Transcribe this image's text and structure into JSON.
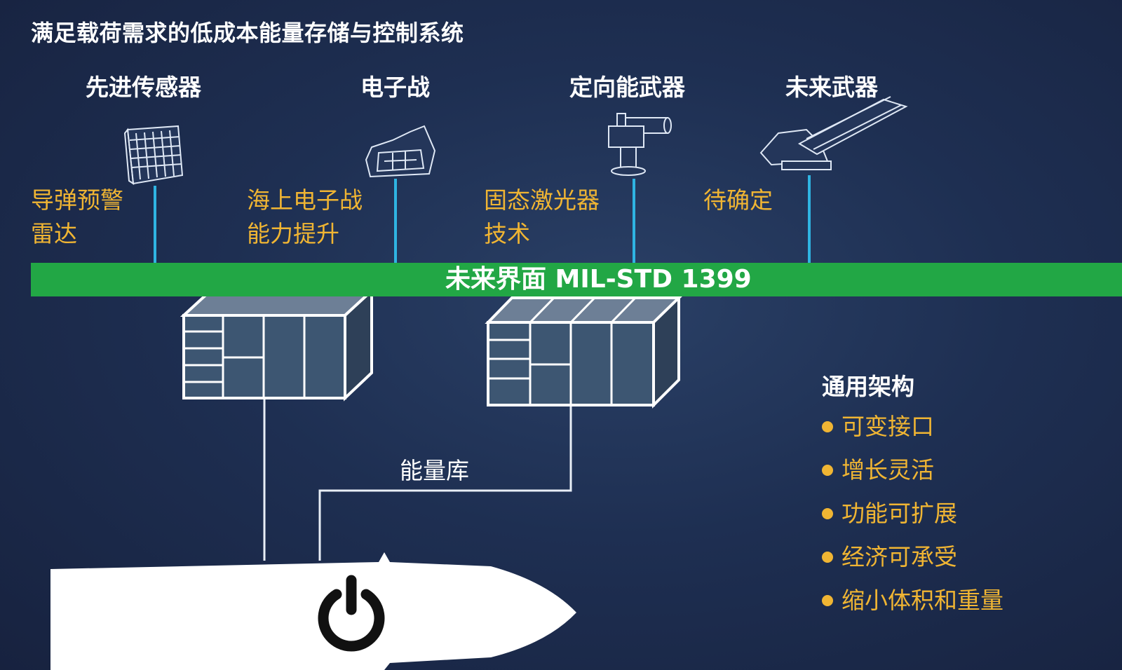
{
  "title": "满足载荷需求的低成本能量存储与控制系统",
  "categories": [
    {
      "label": "先进传感器",
      "tech_lines": [
        "导弹预警",
        "雷达"
      ],
      "icon": "radar-icon"
    },
    {
      "label": "电子战",
      "tech_lines": [
        "海上电子战",
        "能力提升"
      ],
      "icon": "ew-equipment-icon"
    },
    {
      "label": "定向能武器",
      "tech_lines": [
        "固态激光器",
        "技术"
      ],
      "icon": "laser-turret-icon"
    },
    {
      "label": "未来武器",
      "tech_lines": [
        "待确定"
      ],
      "icon": "railgun-icon"
    }
  ],
  "bus_label": "未来界面 MIL-STD 1399",
  "energy_bank_label": "能量库",
  "architecture": {
    "title": "通用架构",
    "items": [
      "可变接口",
      "增长灵活",
      "功能可扩展",
      "经济可承受",
      "缩小体积和重量"
    ]
  },
  "colors": {
    "bus": "#22a745",
    "connector": "#2fb4e2",
    "accent_text": "#f0b533"
  }
}
